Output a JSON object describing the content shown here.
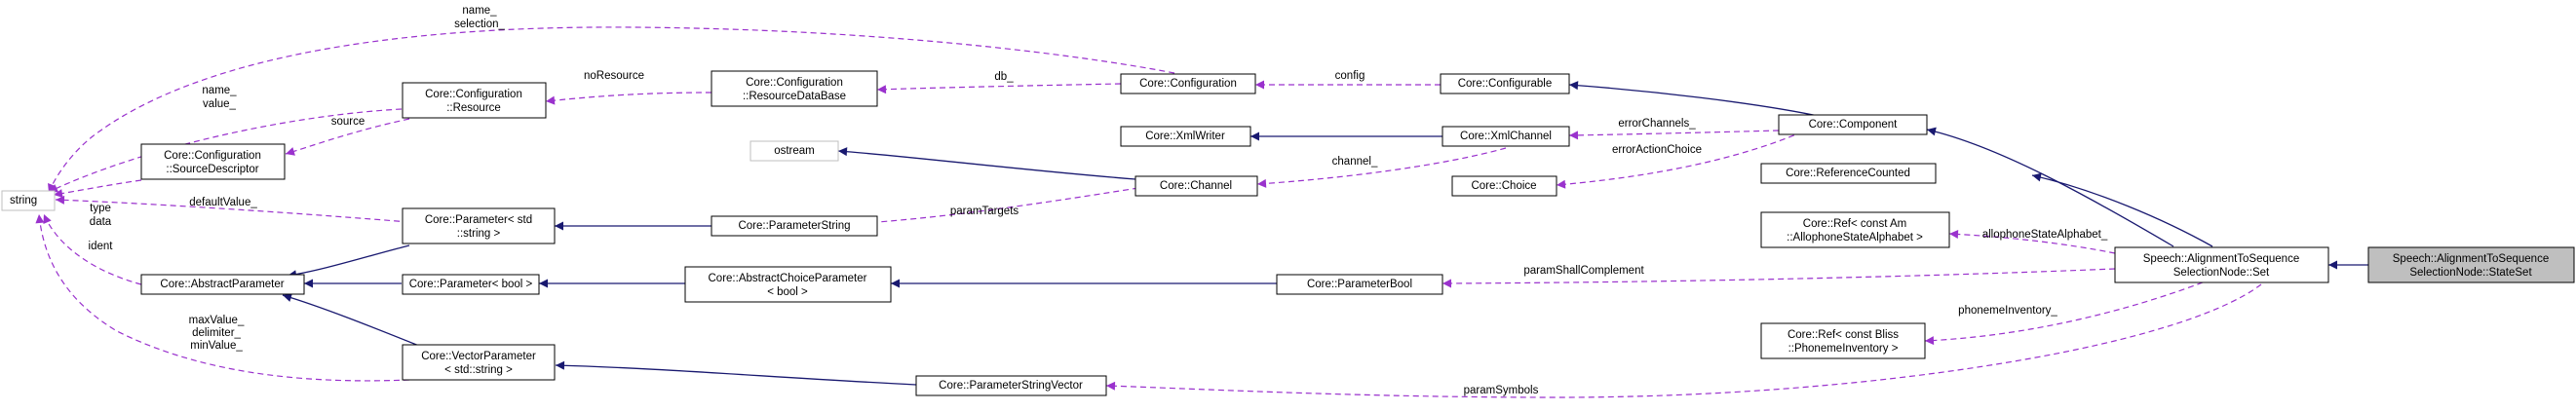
{
  "nodes": {
    "string": "string",
    "resource": [
      "Core::Configuration",
      "::Resource"
    ],
    "source_descriptor": [
      "Core::Configuration",
      "::SourceDescriptor"
    ],
    "abstract_parameter": "Core::AbstractParameter",
    "parameter_string_template": [
      "Core::Parameter< std",
      "::string >"
    ],
    "parameter_bool_template": "Core::Parameter< bool >",
    "vector_parameter": [
      "Core::VectorParameter",
      "< std::string >"
    ],
    "resource_database": [
      "Core::Configuration",
      "::ResourceDataBase"
    ],
    "ostream": "ostream",
    "parameter_string": "Core::ParameterString",
    "abstract_choice_parameter": [
      "Core::AbstractChoiceParameter",
      "< bool >"
    ],
    "parameter_string_vector": "Core::ParameterStringVector",
    "configuration": "Core::Configuration",
    "xml_writer": "Core::XmlWriter",
    "channel": "Core::Channel",
    "configurable": "Core::Configurable",
    "xml_channel": "Core::XmlChannel",
    "choice": "Core::Choice",
    "parameter_bool": "Core::ParameterBool",
    "component": "Core::Component",
    "reference_counted": "Core::ReferenceCounted",
    "ref_allophone": [
      "Core::Ref< const Am",
      "::AllophoneStateAlphabet >"
    ],
    "ref_phoneme": [
      "Core::Ref< const Bliss",
      "::PhonemeInventory >"
    ],
    "selection_set": [
      "Speech::AlignmentToSequence",
      "SelectionNode::Set"
    ],
    "state_set": [
      "Speech::AlignmentToSequence",
      "SelectionNode::StateSet"
    ]
  },
  "edge_labels": {
    "config_selection": [
      "name_",
      "selection_"
    ],
    "resource_string": [
      "name_",
      "value_"
    ],
    "source_descriptor_string": [
      "type",
      "data"
    ],
    "default_value": "defaultValue_",
    "ident": "ident",
    "vector_string": [
      "maxValue_",
      "delimiter_",
      "minValue_"
    ],
    "source": "source",
    "no_resource": "noResource",
    "db": "db_",
    "config": "config",
    "error_channels": "errorChannels_",
    "channel": "channel_",
    "error_action_choice": "errorActionChoice",
    "param_targets": "paramTargets",
    "allophone_state_alphabet": "allophoneStateAlphabet_",
    "param_shall_complement": "paramShallComplement",
    "phoneme_inventory": "phonemeInventory_",
    "param_symbols": "paramSymbols"
  },
  "colors": {
    "inheritance_edge": "#191970",
    "usage_edge": "#9a32cd",
    "focus_fill": "#bfbfbf",
    "node_border": "#000000",
    "external_border": "#bfbfbf"
  }
}
